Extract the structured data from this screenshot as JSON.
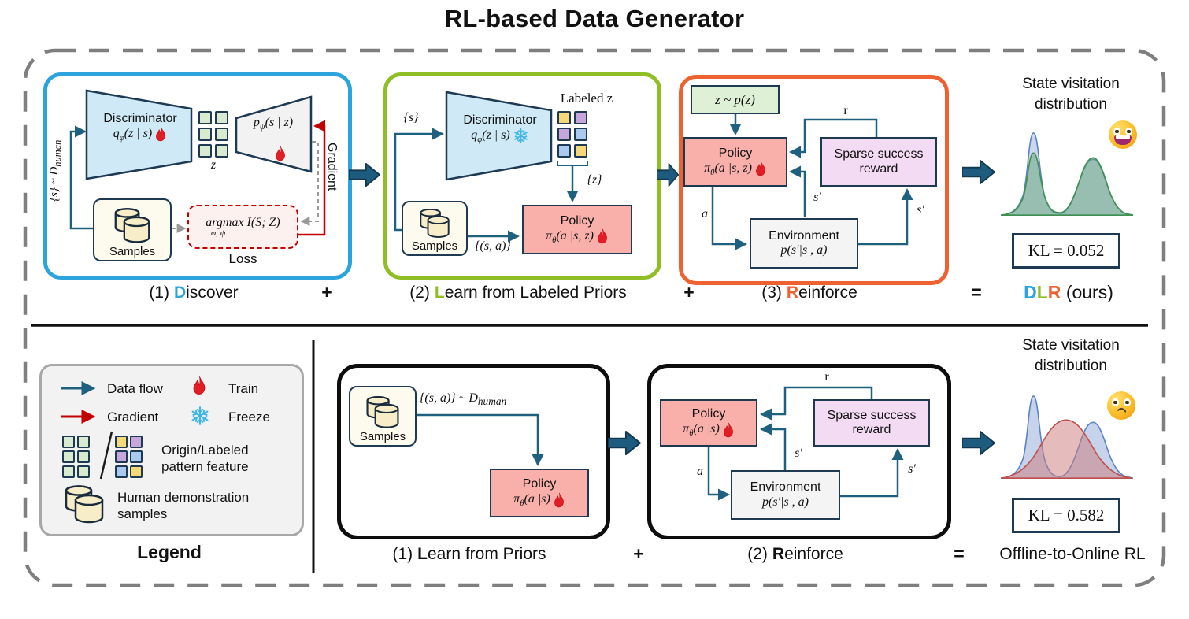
{
  "title": "RL-based Data Generator",
  "colors": {
    "discover_accent": "#2ba3dd",
    "learn_accent": "#8fbe25",
    "reinforce_accent": "#ee6231",
    "data_flow_arrow": "#20607f",
    "gradient_arrow": "#c00000",
    "block_arrow": "#1d5c7e",
    "policy_fill": "#f9b0ab",
    "prior_fill": "#def0d6",
    "reward_fill": "#f3dbf3",
    "environment_fill": "#f4f4f4",
    "discriminator_fill": "#cfe9f6",
    "origin_square": "#d8ebd0",
    "labeled_squares": [
      "#f6d878",
      "#c7a6dc",
      "#a9c9ef"
    ],
    "plot_blue": "#5b84c4",
    "plot_green": "#3e9151",
    "plot_red": "#c0504d"
  },
  "top": {
    "discover": {
      "caption_num": "(1)",
      "caption_letter": "D",
      "caption_rest": "iscover",
      "input_label": "{s} ~ D<sub>human</sub>",
      "discriminator_title": "Discriminator",
      "discriminator_formula": "q<sub>φ</sub>(z | s)",
      "latent_label": "z",
      "decoder_formula": "p<sub>ψ</sub>(s | z)",
      "gradient_label": "Gradient",
      "samples_label": "Samples",
      "loss_formula": "argmax I(S; Z)",
      "loss_subscript": "φ, ψ",
      "loss_label": "Loss"
    },
    "plus_1": "+",
    "learn": {
      "caption_num": "(2)",
      "caption_letter": "L",
      "caption_rest": "earn from Labeled Priors",
      "s_label": "{s}",
      "discriminator_title": "Discriminator",
      "discriminator_formula": "q<sub>φ</sub>(z | s)",
      "labeled_z_label": "Labeled z",
      "z_out_label": "{z}",
      "samples_label": "Samples",
      "sa_label": "{(s, a)}",
      "policy_title": "Policy",
      "policy_formula": "π<sub>θ</sub>(a |s, z)"
    },
    "plus_2": "+",
    "reinforce": {
      "caption_num": "(3)",
      "caption_letter": "R",
      "caption_rest": "einforce",
      "prior_label": "z ~ p(z)",
      "policy_title": "Policy",
      "policy_formula": "π<sub>θ</sub>(a |s, z)",
      "reward_label": "Sparse success reward",
      "environment_title": "Environment",
      "environment_formula": "p(s′|s , a)",
      "r_label": "r",
      "a_label": "a",
      "s_prime_mid": "s′",
      "s_prime_right": "s′"
    },
    "equals": "=",
    "result": {
      "title": "State visitation distribution",
      "kl_value": "KL = 0.052",
      "caption_d": "D",
      "caption_l": "L",
      "caption_r": "R",
      "caption_rest": "(ours)",
      "mood_icon": "happy-face"
    }
  },
  "bottom": {
    "legend": {
      "data_flow": "Data flow",
      "train": "Train",
      "gradient": "Gradient",
      "freeze": "Freeze",
      "pattern": "Origin/Labeled pattern feature",
      "samples": "Human demonstration samples",
      "title": "Legend"
    },
    "learn": {
      "caption_num": "(1)",
      "caption_letter": "L",
      "caption_rest": "earn from Priors",
      "samples_label": "Samples",
      "sa_label": "{(s, a)} ~ D<sub>human</sub>",
      "policy_title": "Policy",
      "policy_formula": "π<sub>θ</sub>(a |s)"
    },
    "plus": "+",
    "reinforce": {
      "caption_num": "(2)",
      "caption_letter": "R",
      "caption_rest": "einforce",
      "policy_title": "Policy",
      "policy_formula": "π<sub>θ</sub>(a |s)",
      "reward_label": "Sparse success reward",
      "environment_title": "Environment",
      "environment_formula": "p(s′|s , a)",
      "r_label": "r",
      "a_label": "a",
      "s_prime_mid": "s′",
      "s_prime_right": "s′"
    },
    "equals": "=",
    "result": {
      "title": "State visitation distribution",
      "kl_value": "KL = 0.582",
      "caption": "Offline-to-Online RL",
      "mood_icon": "worried-face"
    }
  }
}
